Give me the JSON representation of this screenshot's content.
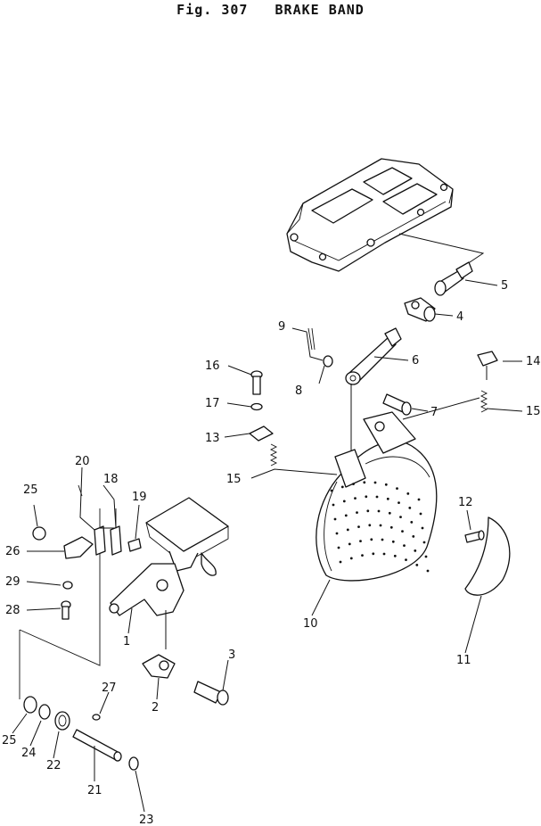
{
  "figure": {
    "title": "Fig. 307   BRAKE BAND"
  },
  "callouts": [
    {
      "id": "c1",
      "label": "1"
    },
    {
      "id": "c2",
      "label": "2"
    },
    {
      "id": "c3",
      "label": "3"
    },
    {
      "id": "c4",
      "label": "4"
    },
    {
      "id": "c5",
      "label": "5"
    },
    {
      "id": "c6",
      "label": "6"
    },
    {
      "id": "c7",
      "label": "7"
    },
    {
      "id": "c8",
      "label": "8"
    },
    {
      "id": "c9",
      "label": "9"
    },
    {
      "id": "c10",
      "label": "10"
    },
    {
      "id": "c11",
      "label": "11"
    },
    {
      "id": "c12",
      "label": "12"
    },
    {
      "id": "c13",
      "label": "13"
    },
    {
      "id": "c14",
      "label": "14"
    },
    {
      "id": "c15a",
      "label": "15"
    },
    {
      "id": "c15b",
      "label": "15"
    },
    {
      "id": "c16",
      "label": "16"
    },
    {
      "id": "c17",
      "label": "17"
    },
    {
      "id": "c18",
      "label": "18"
    },
    {
      "id": "c19",
      "label": "19"
    },
    {
      "id": "c20",
      "label": "20"
    },
    {
      "id": "c21",
      "label": "21"
    },
    {
      "id": "c22",
      "label": "22"
    },
    {
      "id": "c23",
      "label": "23"
    },
    {
      "id": "c24",
      "label": "24"
    },
    {
      "id": "c25a",
      "label": "25"
    },
    {
      "id": "c25b",
      "label": "25"
    },
    {
      "id": "c26",
      "label": "26"
    },
    {
      "id": "c27",
      "label": "27"
    },
    {
      "id": "c28",
      "label": "28"
    },
    {
      "id": "c29",
      "label": "29"
    }
  ]
}
